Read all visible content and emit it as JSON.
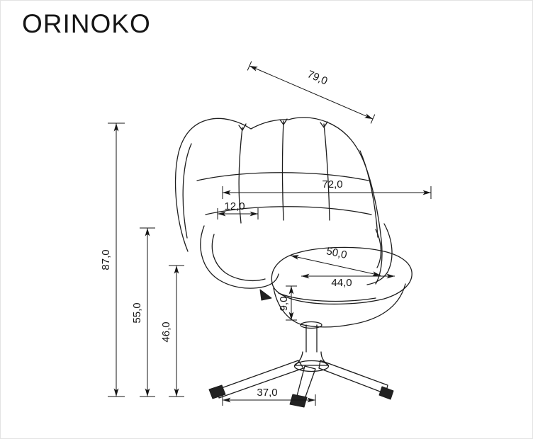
{
  "title": "ORINOKO",
  "dims": {
    "depth": "79,0",
    "overall_width": "72,0",
    "arm_panel_width": "12,0",
    "total_height": "87,0",
    "armrest_height": "55,0",
    "seat_height": "46,0",
    "seat_diagonal": "50,0",
    "seat_width": "44,0",
    "cushion_thickness": "9,0",
    "base_leg_length": "37,0"
  }
}
